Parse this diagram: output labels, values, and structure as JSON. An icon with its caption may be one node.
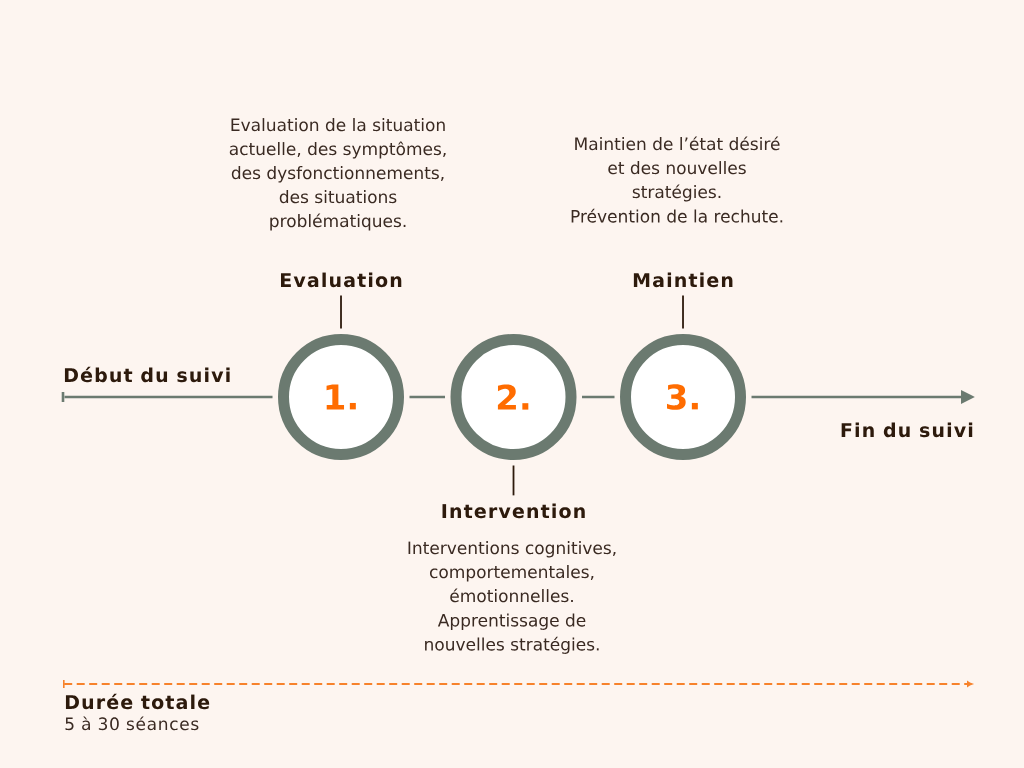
{
  "diagram": {
    "nodes": [
      {
        "text": [
          "1."
        ]
      },
      {
        "text": [
          "2."
        ]
      },
      {
        "text": [
          "3."
        ]
      },
      {
        "text": [
          "Evaluation"
        ],
        "beside": [
          "Evaluation de la situation actuelle, des symptômes, des dysfonctionnements, des situations problématiques."
        ]
      },
      {
        "text": [
          "Intervention"
        ],
        "beside": [
          "Interventions cognitives, comportementales, émotionnelles.",
          "Apprentissage de nouvelles stratégies."
        ]
      },
      {
        "text": [
          "Maintien"
        ],
        "beside": [
          "Maintien de l’état désiré et des nouvelles stratégies.",
          "Prévention de la rechute."
        ]
      },
      {
        "text": [],
        "shape": "bar",
        "beside": [
          "Début du suivi"
        ]
      }
    ],
    "edges": [
      {
        "from": 6,
        "to": 0,
        "arrow": "none"
      },
      {
        "from": 0,
        "to": 1,
        "arrow": "none"
      },
      {
        "from": 1,
        "to": 2,
        "arrow": "none"
      },
      {
        "from": 2,
        "to": null,
        "arrow": "to"
      },
      {
        "from": 3,
        "to": 0,
        "arrow": "none",
        "color": "#2d1a0c"
      },
      {
        "from": 4,
        "to": 1,
        "arrow": "none",
        "color": "#2d1a0c"
      },
      {
        "from": 5,
        "to": 2,
        "arrow": "none",
        "color": "#2d1a0c"
      }
    ],
    "labels": [
      "Fin du suivi",
      "Durée totale",
      "5 à 30 séances"
    ]
  }
}
